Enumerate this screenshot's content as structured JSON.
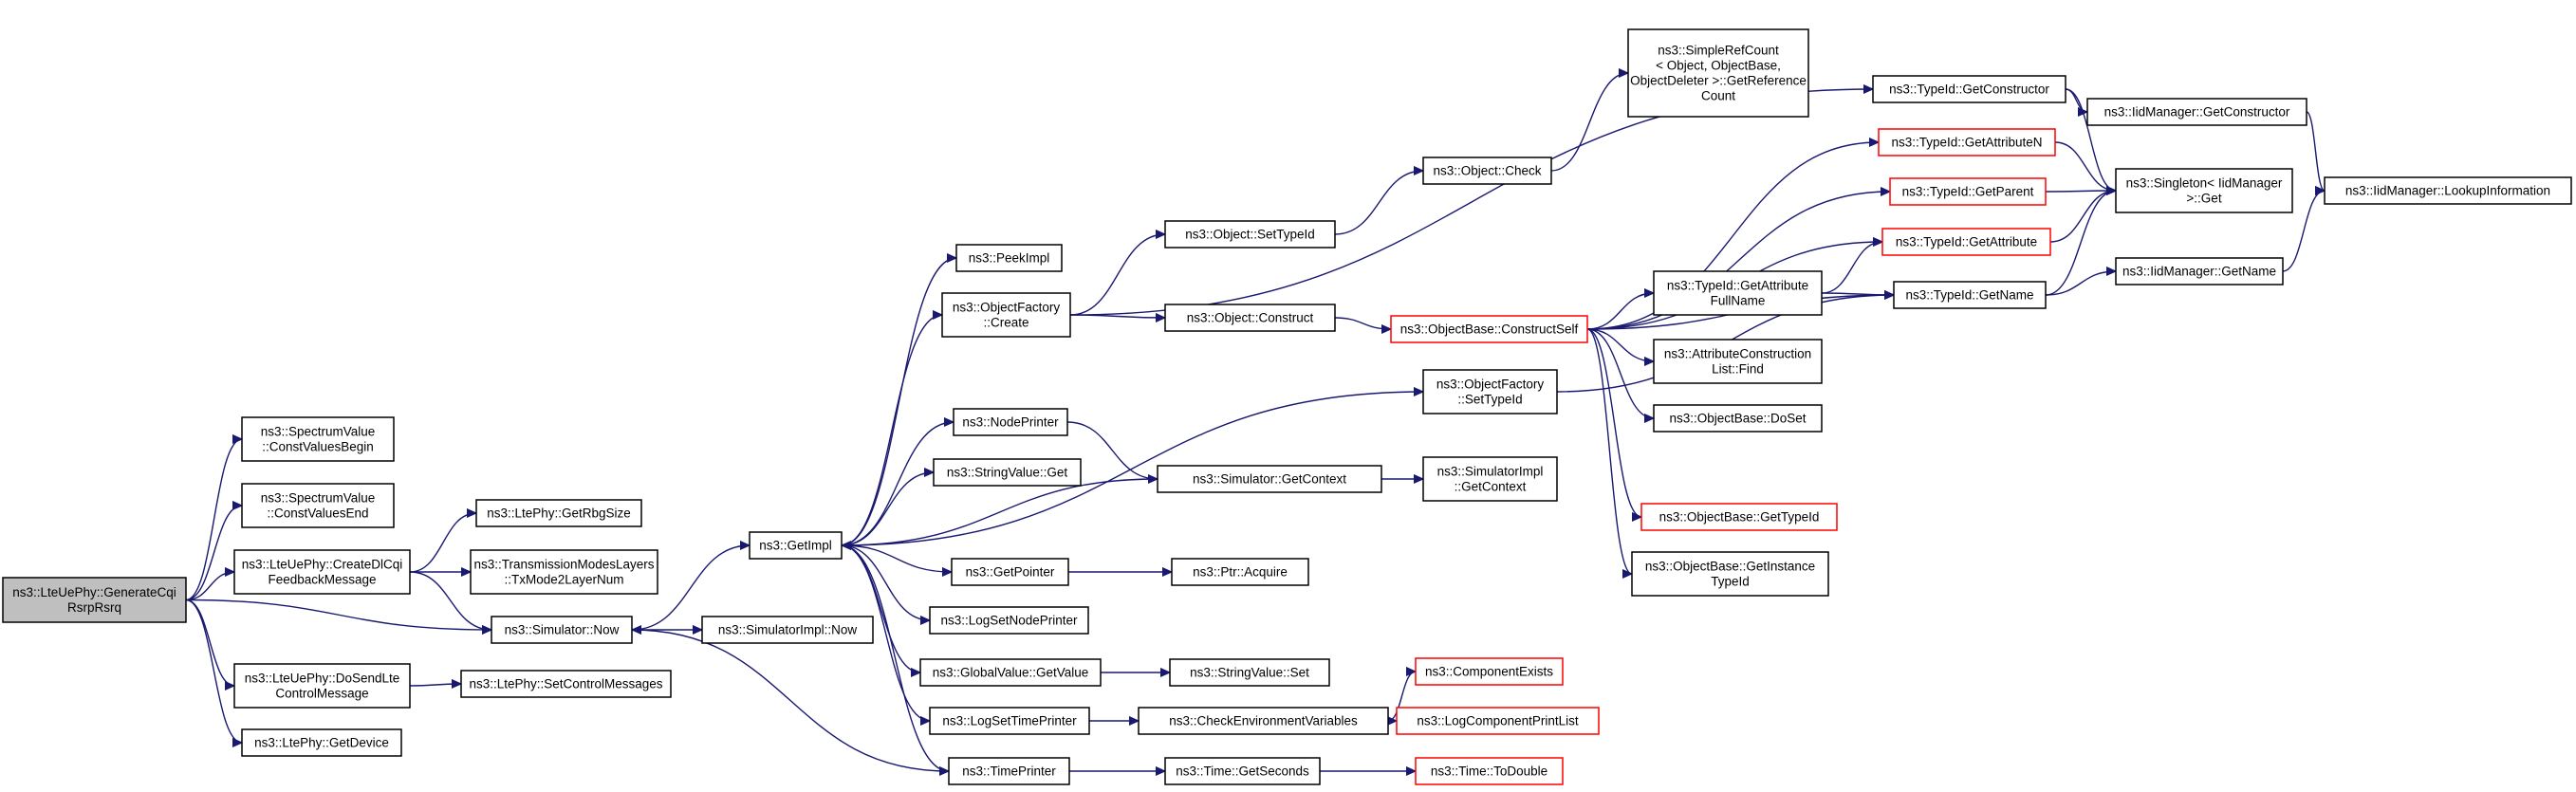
{
  "diagram": {
    "nodes": [
      {
        "id": "root",
        "lines": [
          "ns3::LteUePhy::GenerateCqi",
          "RsrpRsrq"
        ],
        "root": true
      },
      {
        "id": "cvb",
        "lines": [
          "ns3::SpectrumValue",
          "::ConstValuesBegin"
        ]
      },
      {
        "id": "cve",
        "lines": [
          "ns3::SpectrumValue",
          "::ConstValuesEnd"
        ]
      },
      {
        "id": "cdcqi",
        "lines": [
          "ns3::LteUePhy::CreateDlCqi",
          "FeedbackMessage"
        ]
      },
      {
        "id": "dosend",
        "lines": [
          "ns3::LteUePhy::DoSendLte",
          "ControlMessage"
        ]
      },
      {
        "id": "getdevice",
        "lines": [
          "ns3::LtePhy::GetDevice"
        ]
      },
      {
        "id": "rbg",
        "lines": [
          "ns3::LtePhy::GetRbgSize"
        ]
      },
      {
        "id": "tml",
        "lines": [
          "ns3::TransmissionModesLayers",
          "::TxMode2LayerNum"
        ]
      },
      {
        "id": "now",
        "lines": [
          "ns3::Simulator::Now"
        ]
      },
      {
        "id": "setctrl",
        "lines": [
          "ns3::LtePhy::SetControlMessages"
        ]
      },
      {
        "id": "getimpl",
        "lines": [
          "ns3::GetImpl"
        ]
      },
      {
        "id": "simnow",
        "lines": [
          "ns3::SimulatorImpl::Now"
        ]
      },
      {
        "id": "peekimpl",
        "lines": [
          "ns3::PeekImpl"
        ]
      },
      {
        "id": "ofcreate",
        "lines": [
          "ns3::ObjectFactory",
          "::Create"
        ]
      },
      {
        "id": "nodeprinter",
        "lines": [
          "ns3::NodePrinter"
        ]
      },
      {
        "id": "svget",
        "lines": [
          "ns3::StringValue::Get"
        ]
      },
      {
        "id": "getpointer",
        "lines": [
          "ns3::GetPointer"
        ]
      },
      {
        "id": "logsetnode",
        "lines": [
          "ns3::LogSetNodePrinter"
        ]
      },
      {
        "id": "gvgetvalue",
        "lines": [
          "ns3::GlobalValue::GetValue"
        ]
      },
      {
        "id": "logsettime",
        "lines": [
          "ns3::LogSetTimePrinter"
        ]
      },
      {
        "id": "timeprinter",
        "lines": [
          "ns3::TimePrinter"
        ]
      },
      {
        "id": "setypeid",
        "lines": [
          "ns3::Object::SetTypeId"
        ]
      },
      {
        "id": "objconstruct",
        "lines": [
          "ns3::Object::Construct"
        ]
      },
      {
        "id": "getcontext",
        "lines": [
          "ns3::Simulator::GetContext"
        ]
      },
      {
        "id": "ptracquire",
        "lines": [
          "ns3::Ptr::Acquire"
        ]
      },
      {
        "id": "svset",
        "lines": [
          "ns3::StringValue::Set"
        ]
      },
      {
        "id": "checkenv",
        "lines": [
          "ns3::CheckEnvironmentVariables"
        ]
      },
      {
        "id": "getseconds",
        "lines": [
          "ns3::Time::GetSeconds"
        ]
      },
      {
        "id": "objcheck",
        "lines": [
          "ns3::Object::Check"
        ]
      },
      {
        "id": "srcount",
        "lines": [
          "ns3::SimpleRefCount",
          "< Object, ObjectBase,",
          "ObjectDeleter >::GetReference",
          "Count"
        ]
      },
      {
        "id": "obconstructself",
        "lines": [
          "ns3::ObjectBase::ConstructSelf"
        ],
        "red": true
      },
      {
        "id": "ofsettypeid",
        "lines": [
          "ns3::ObjectFactory",
          "::SetTypeId"
        ]
      },
      {
        "id": "simimplgetcontext",
        "lines": [
          "ns3::SimulatorImpl",
          "::GetContext"
        ]
      },
      {
        "id": "compexists",
        "lines": [
          "ns3::ComponentExists"
        ],
        "red": true
      },
      {
        "id": "logcompprint",
        "lines": [
          "ns3::LogComponentPrintList"
        ],
        "red": true
      },
      {
        "id": "todouble",
        "lines": [
          "ns3::Time::ToDouble"
        ],
        "red": true
      },
      {
        "id": "tidgetattrfull",
        "lines": [
          "ns3::TypeId::GetAttribute",
          "FullName"
        ]
      },
      {
        "id": "acfind",
        "lines": [
          "ns3::AttributeConstruction",
          "List::Find"
        ]
      },
      {
        "id": "obdoset",
        "lines": [
          "ns3::ObjectBase::DoSet"
        ]
      },
      {
        "id": "obgettypeid",
        "lines": [
          "ns3::ObjectBase::GetTypeId"
        ],
        "red": true
      },
      {
        "id": "obgetinst",
        "lines": [
          "ns3::ObjectBase::GetInstance",
          "TypeId"
        ]
      },
      {
        "id": "tidgetctor",
        "lines": [
          "ns3::TypeId::GetConstructor"
        ]
      },
      {
        "id": "tidgetattrn",
        "lines": [
          "ns3::TypeId::GetAttributeN"
        ],
        "red": true
      },
      {
        "id": "tidgetparent",
        "lines": [
          "ns3::TypeId::GetParent"
        ],
        "red": true
      },
      {
        "id": "tidgetattr",
        "lines": [
          "ns3::TypeId::GetAttribute"
        ],
        "red": true
      },
      {
        "id": "tidgetname",
        "lines": [
          "ns3::TypeId::GetName"
        ]
      },
      {
        "id": "iidgetctor",
        "lines": [
          "ns3::IidManager::GetConstructor"
        ]
      },
      {
        "id": "singleton",
        "lines": [
          "ns3::Singleton< IidManager",
          ">::Get"
        ]
      },
      {
        "id": "iidgetname",
        "lines": [
          "ns3::IidManager::GetName"
        ]
      },
      {
        "id": "iidlookup",
        "lines": [
          "ns3::IidManager::LookupInformation"
        ]
      }
    ],
    "edges": [
      [
        "root",
        "cvb"
      ],
      [
        "root",
        "cve"
      ],
      [
        "root",
        "cdcqi"
      ],
      [
        "root",
        "now"
      ],
      [
        "root",
        "dosend"
      ],
      [
        "root",
        "getdevice"
      ],
      [
        "cdcqi",
        "rbg"
      ],
      [
        "cdcqi",
        "tml"
      ],
      [
        "cdcqi",
        "now"
      ],
      [
        "dosend",
        "setctrl"
      ],
      [
        "now",
        "getimpl"
      ],
      [
        "now",
        "simnow"
      ],
      [
        "getimpl",
        "peekimpl"
      ],
      [
        "getimpl",
        "ofcreate"
      ],
      [
        "getimpl",
        "nodeprinter"
      ],
      [
        "getimpl",
        "svget"
      ],
      [
        "getimpl",
        "getpointer"
      ],
      [
        "getimpl",
        "logsetnode"
      ],
      [
        "getimpl",
        "gvgetvalue"
      ],
      [
        "getimpl",
        "logsettime"
      ],
      [
        "getimpl",
        "timeprinter"
      ],
      [
        "getimpl",
        "ofsettypeid"
      ],
      [
        "ofcreate",
        "setypeid"
      ],
      [
        "ofcreate",
        "objconstruct"
      ],
      [
        "ofcreate",
        "tidgetctor"
      ],
      [
        "setypeid",
        "objcheck"
      ],
      [
        "objcheck",
        "srcount"
      ],
      [
        "objconstruct",
        "obconstructself"
      ],
      [
        "nodeprinter",
        "getcontext"
      ],
      [
        "getcontext",
        "getimpl"
      ],
      [
        "getcontext",
        "simimplgetcontext"
      ],
      [
        "getpointer",
        "ptracquire"
      ],
      [
        "gvgetvalue",
        "svset"
      ],
      [
        "logsettime",
        "checkenv"
      ],
      [
        "timeprinter",
        "now"
      ],
      [
        "timeprinter",
        "getseconds"
      ],
      [
        "checkenv",
        "compexists"
      ],
      [
        "checkenv",
        "logcompprint"
      ],
      [
        "getseconds",
        "todouble"
      ],
      [
        "ofsettypeid",
        "tidgetname"
      ],
      [
        "obconstructself",
        "tidgetattrn"
      ],
      [
        "obconstructself",
        "tidgetparent"
      ],
      [
        "obconstructself",
        "tidgetattr"
      ],
      [
        "obconstructself",
        "tidgetattrfull"
      ],
      [
        "obconstructself",
        "acfind"
      ],
      [
        "obconstructself",
        "obdoset"
      ],
      [
        "obconstructself",
        "obgettypeid"
      ],
      [
        "obconstructself",
        "obgetinst"
      ],
      [
        "obconstructself",
        "tidgetname"
      ],
      [
        "tidgetattrfull",
        "tidgetattr"
      ],
      [
        "tidgetattrfull",
        "tidgetname"
      ],
      [
        "tidgetctor",
        "iidgetctor"
      ],
      [
        "tidgetctor",
        "singleton"
      ],
      [
        "tidgetattrn",
        "singleton"
      ],
      [
        "tidgetparent",
        "singleton"
      ],
      [
        "tidgetattr",
        "singleton"
      ],
      [
        "tidgetname",
        "singleton"
      ],
      [
        "tidgetname",
        "iidgetname"
      ],
      [
        "iidgetctor",
        "iidlookup"
      ],
      [
        "iidgetname",
        "iidlookup"
      ]
    ]
  }
}
